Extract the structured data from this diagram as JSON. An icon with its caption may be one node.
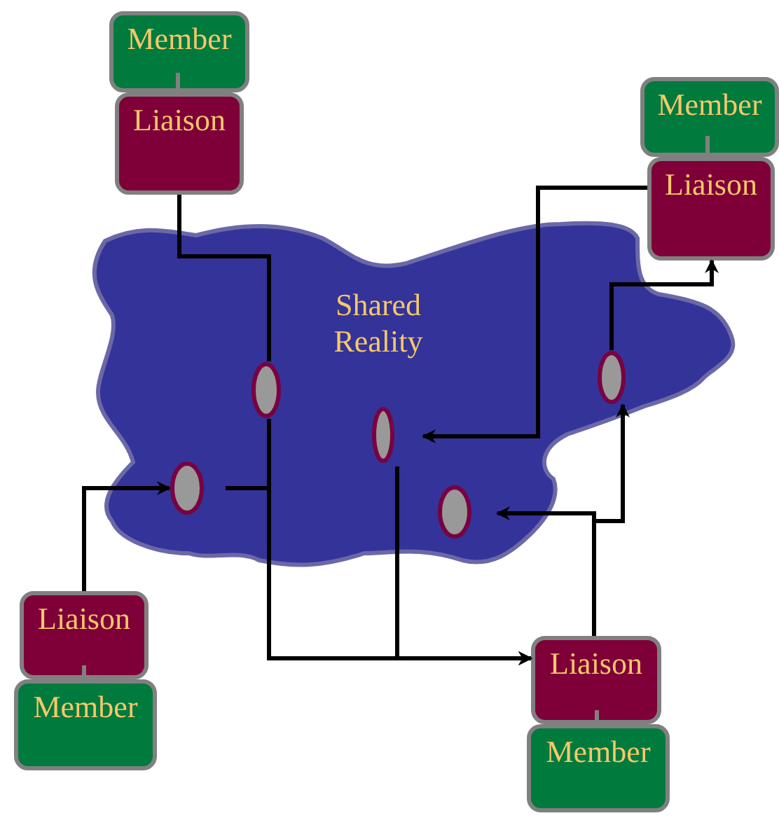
{
  "diagram": {
    "nodes": [
      {
        "text": [
          "Member"
        ]
      },
      {
        "text": [
          "Liaison"
        ]
      },
      {
        "text": [
          "Member"
        ]
      },
      {
        "text": [
          "Liaison"
        ]
      },
      {
        "text": [
          "Shared Reality"
        ]
      },
      {
        "text": [],
        "shape": "circle",
        "in": 4
      },
      {
        "text": [],
        "shape": "circle",
        "in": 4
      },
      {
        "text": [],
        "shape": "circle",
        "in": 4
      },
      {
        "text": [],
        "shape": "circle",
        "in": 4
      },
      {
        "text": [],
        "shape": "circle",
        "in": 4
      },
      {
        "text": [
          "Liaison"
        ]
      },
      {
        "text": [
          "Member"
        ]
      },
      {
        "text": [
          "Liaison"
        ]
      },
      {
        "text": [
          "Member"
        ]
      }
    ],
    "edges": [
      {
        "from": 0,
        "to": 1,
        "arrow": "none",
        "color": "#808080"
      },
      {
        "from": 2,
        "to": 3,
        "arrow": "none",
        "color": "#808080"
      },
      {
        "from": 1,
        "to": 5,
        "arrow": "none"
      },
      {
        "from": 5,
        "to": 12,
        "arrow": "to"
      },
      {
        "from": 8,
        "to": 12,
        "arrow": "to"
      },
      {
        "from": 6,
        "to": 12,
        "arrow": "to"
      },
      {
        "from": 10,
        "to": 8,
        "arrow": "to"
      },
      {
        "from": 3,
        "to": 6,
        "arrow": "to"
      },
      {
        "from": 12,
        "to": 9,
        "arrow": "to"
      },
      {
        "from": 12,
        "to": 7,
        "arrow": "to"
      },
      {
        "from": 7,
        "to": 3,
        "arrow": "to"
      },
      {
        "from": 10,
        "to": 11,
        "arrow": "none",
        "color": "#808080"
      },
      {
        "from": 12,
        "to": 13,
        "arrow": "none",
        "color": "#808080"
      }
    ]
  }
}
